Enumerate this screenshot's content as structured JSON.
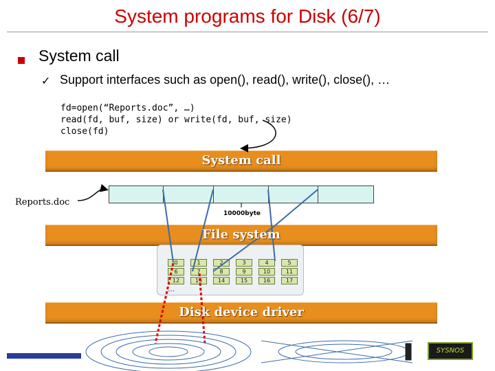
{
  "slide": {
    "title": "System programs for Disk (6/7)",
    "bullet": "System call",
    "check_mark": "✓",
    "sub_bullet": "Support interfaces such as open(), read(), write(), close(), …",
    "code_lines": [
      "fd=open(“Reports.doc”, …)",
      "read(fd, buf, size) or write(fd, buf, size)",
      "close(fd)"
    ]
  },
  "layers": {
    "system_call": "System call",
    "file_system": "File system",
    "disk_driver": "Disk device driver"
  },
  "file": {
    "name": "Reports.doc",
    "size": "10000byte"
  },
  "disk_blocks": [
    "0",
    "1",
    "2",
    "3",
    "4",
    "5",
    "6",
    "7",
    "8",
    "9",
    "10",
    "11",
    "12",
    "13",
    "14",
    "15",
    "16",
    "17"
  ],
  "continuation": "…",
  "logo_text": "SYSNOS",
  "colors": {
    "title": "#cc0000",
    "bar": "#e88e1e",
    "file_box": "#d8f4f0",
    "block": "#d8e8a8",
    "arrow_red": "#dd0000",
    "line_blue": "#3a6aa8"
  }
}
